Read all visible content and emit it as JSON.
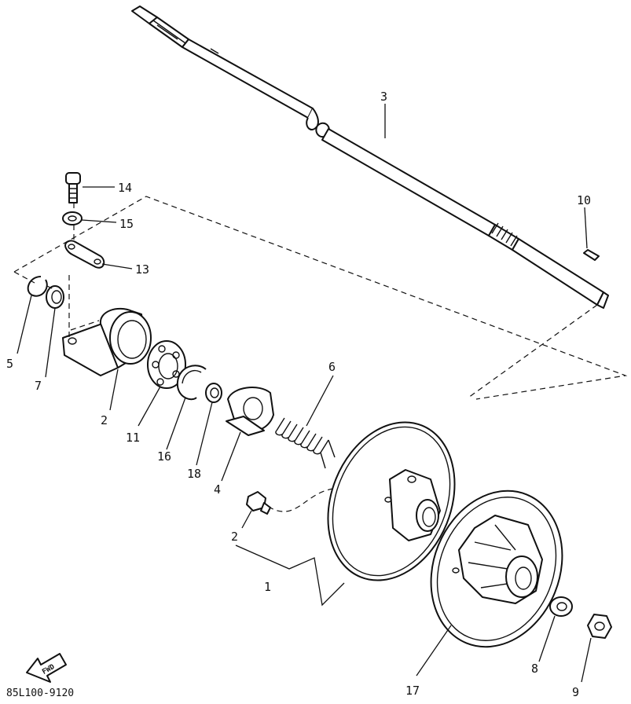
{
  "callouts": [
    {
      "id": "c1",
      "text": "1"
    },
    {
      "id": "c2a",
      "text": "2"
    },
    {
      "id": "c2b",
      "text": "2"
    },
    {
      "id": "c3",
      "text": "3"
    },
    {
      "id": "c4",
      "text": "4"
    },
    {
      "id": "c5",
      "text": "5"
    },
    {
      "id": "c6",
      "text": "6"
    },
    {
      "id": "c7a",
      "text": "7"
    },
    {
      "id": "c7b",
      "text": "17"
    },
    {
      "id": "c8",
      "text": "8"
    },
    {
      "id": "c9",
      "text": "9"
    },
    {
      "id": "c10",
      "text": "10"
    },
    {
      "id": "c11",
      "text": "11"
    },
    {
      "id": "c13",
      "text": "13"
    },
    {
      "id": "c14",
      "text": "14"
    },
    {
      "id": "c15",
      "text": "15"
    },
    {
      "id": "c16",
      "text": "16"
    },
    {
      "id": "c18",
      "text": "18"
    }
  ],
  "fwd_arrow_text": "FWD",
  "diagram_code": "85L100-9120"
}
